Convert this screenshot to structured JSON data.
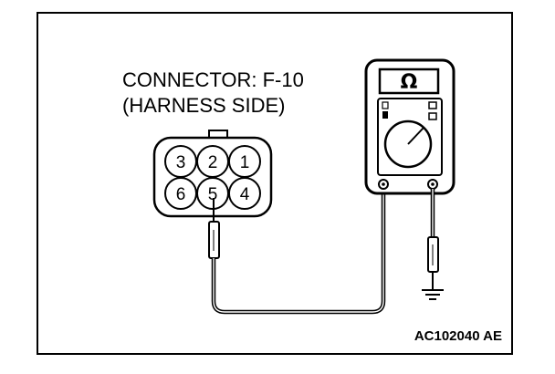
{
  "labels": {
    "connector": "CONNECTOR: F-10",
    "side": "(HARNESS SIDE)",
    "reference": "AC102040 AE"
  },
  "connector": {
    "pins_top": [
      "3",
      "2",
      "1"
    ],
    "pins_bottom": [
      "6",
      "5",
      "4"
    ],
    "probed_pin": "5"
  },
  "meter": {
    "unit_symbol": "Ω"
  },
  "icons": [
    "ohmmeter-icon",
    "ground-icon",
    "test-probe-icon"
  ]
}
